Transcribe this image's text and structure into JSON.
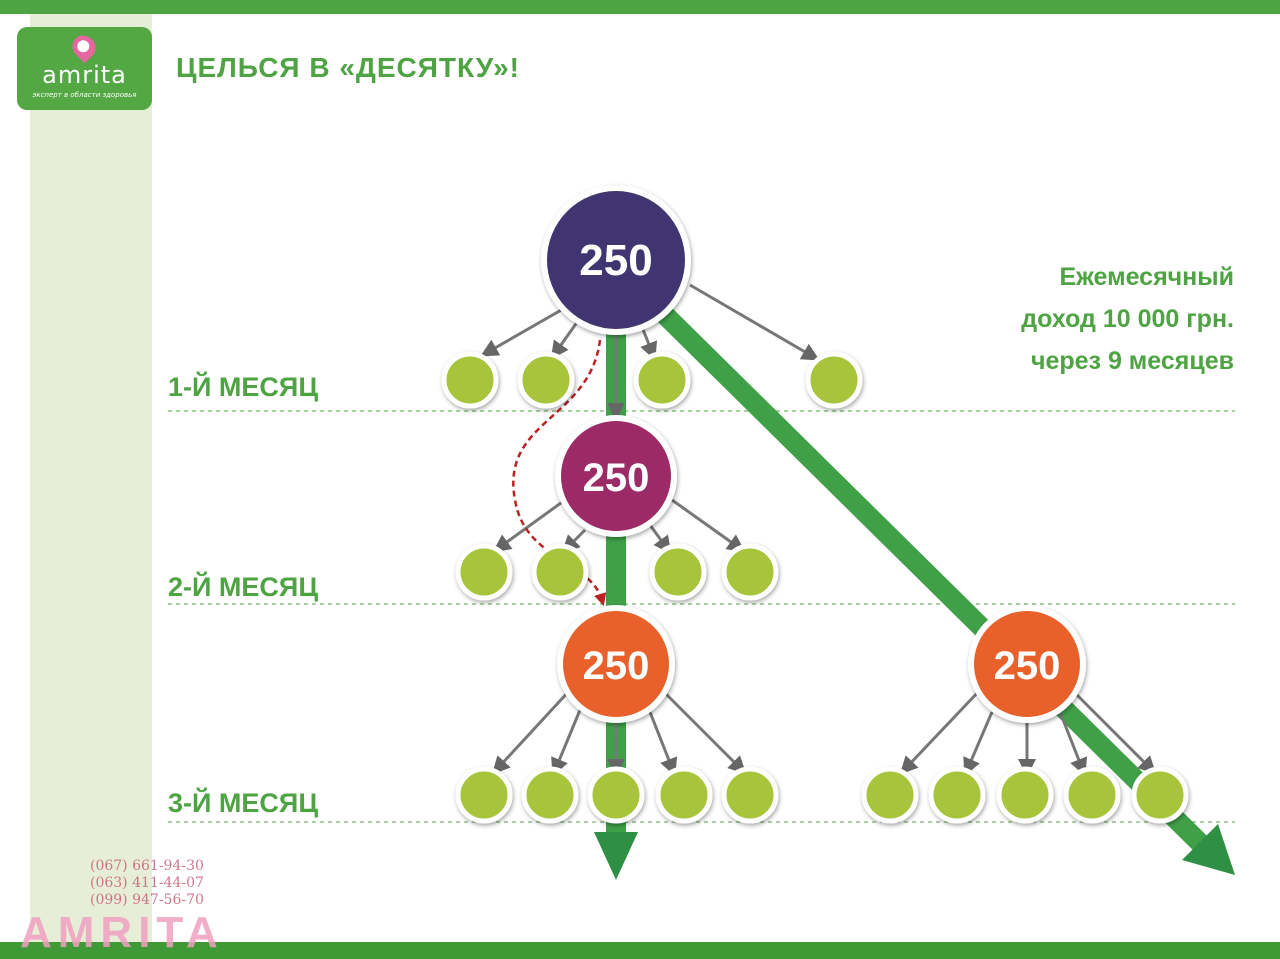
{
  "logo": {
    "name": "amrita",
    "tagline": "эксперт в области здоровья"
  },
  "title": "ЦЕЛЬСЯ В «ДЕСЯТКУ»!",
  "income": [
    "Ежемесячный",
    "доход 10 000 грн.",
    "через 9 месяцев"
  ],
  "levels": [
    "1-Й МЕСЯЦ",
    "2-Й МЕСЯЦ",
    "3-Й МЕСЯЦ"
  ],
  "nodes": {
    "root": "250",
    "month2": "250",
    "month3_left": "250",
    "month3_right": "250"
  },
  "colors": {
    "green": "#4ea342",
    "purple": "#3f3570",
    "magenta": "#9c2a66",
    "orange": "#e8602c",
    "leaf": "#a8c43a",
    "arrow": "#2f9a47"
  },
  "watermark": {
    "phones": [
      "(067) 661-94-30",
      "(063) 411-44-07",
      "(099) 947-56-70"
    ],
    "brand": "AMRITA"
  }
}
